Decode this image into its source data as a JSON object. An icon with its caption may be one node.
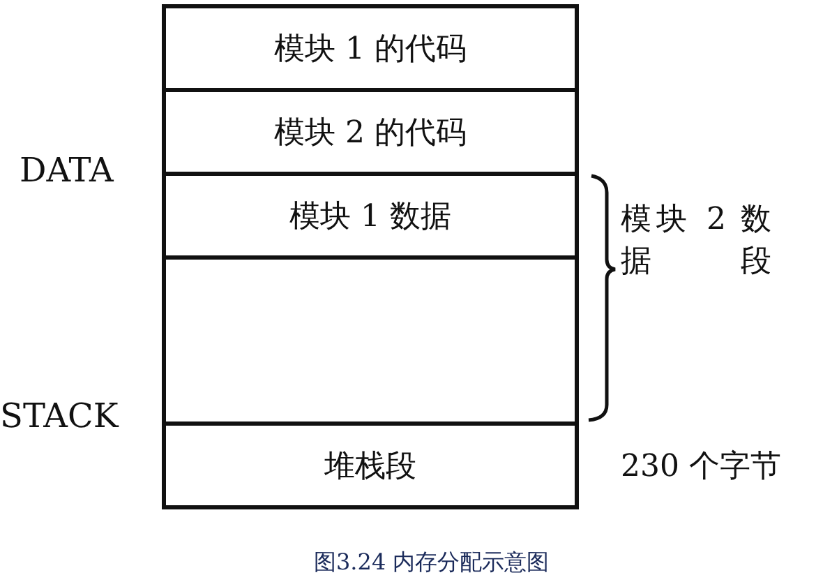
{
  "diagram": {
    "caption": "图3.24 内存分配示意图",
    "nodes": [
      {
        "text": [
          "模块 1 的代码"
        ]
      },
      {
        "text": [
          "模块 2 的代码"
        ]
      },
      {
        "text": [
          "模块 1 数据"
        ]
      },
      {
        "text": [],
        "shape": "box"
      },
      {
        "text": [
          "堆栈段"
        ],
        "beside": [
          "230 个字节"
        ]
      }
    ],
    "edges": [],
    "labels": [
      "DATA",
      "STACK",
      "模块 2 数据段"
    ]
  }
}
